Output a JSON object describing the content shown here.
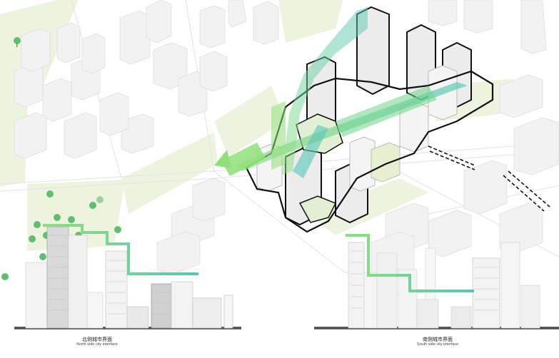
{
  "captions": {
    "north": {
      "cn": "北侧城市界面",
      "en": "North side city interface"
    },
    "south": {
      "cn": "南侧城市界面",
      "en": "South side city interface"
    }
  },
  "colors": {
    "green_light": "#8fe07a",
    "green_mid": "#6fd48a",
    "teal": "#57c6b8",
    "park": "#eef3e0",
    "tree": "#5fbf6f",
    "building": "#f2f2f2",
    "building_shade": "#d8d8d8",
    "outline": "#111111",
    "road": "#dcdcdc"
  },
  "icons": [
    "tree-icon",
    "building-block-icon",
    "flow-arrow-icon"
  ]
}
